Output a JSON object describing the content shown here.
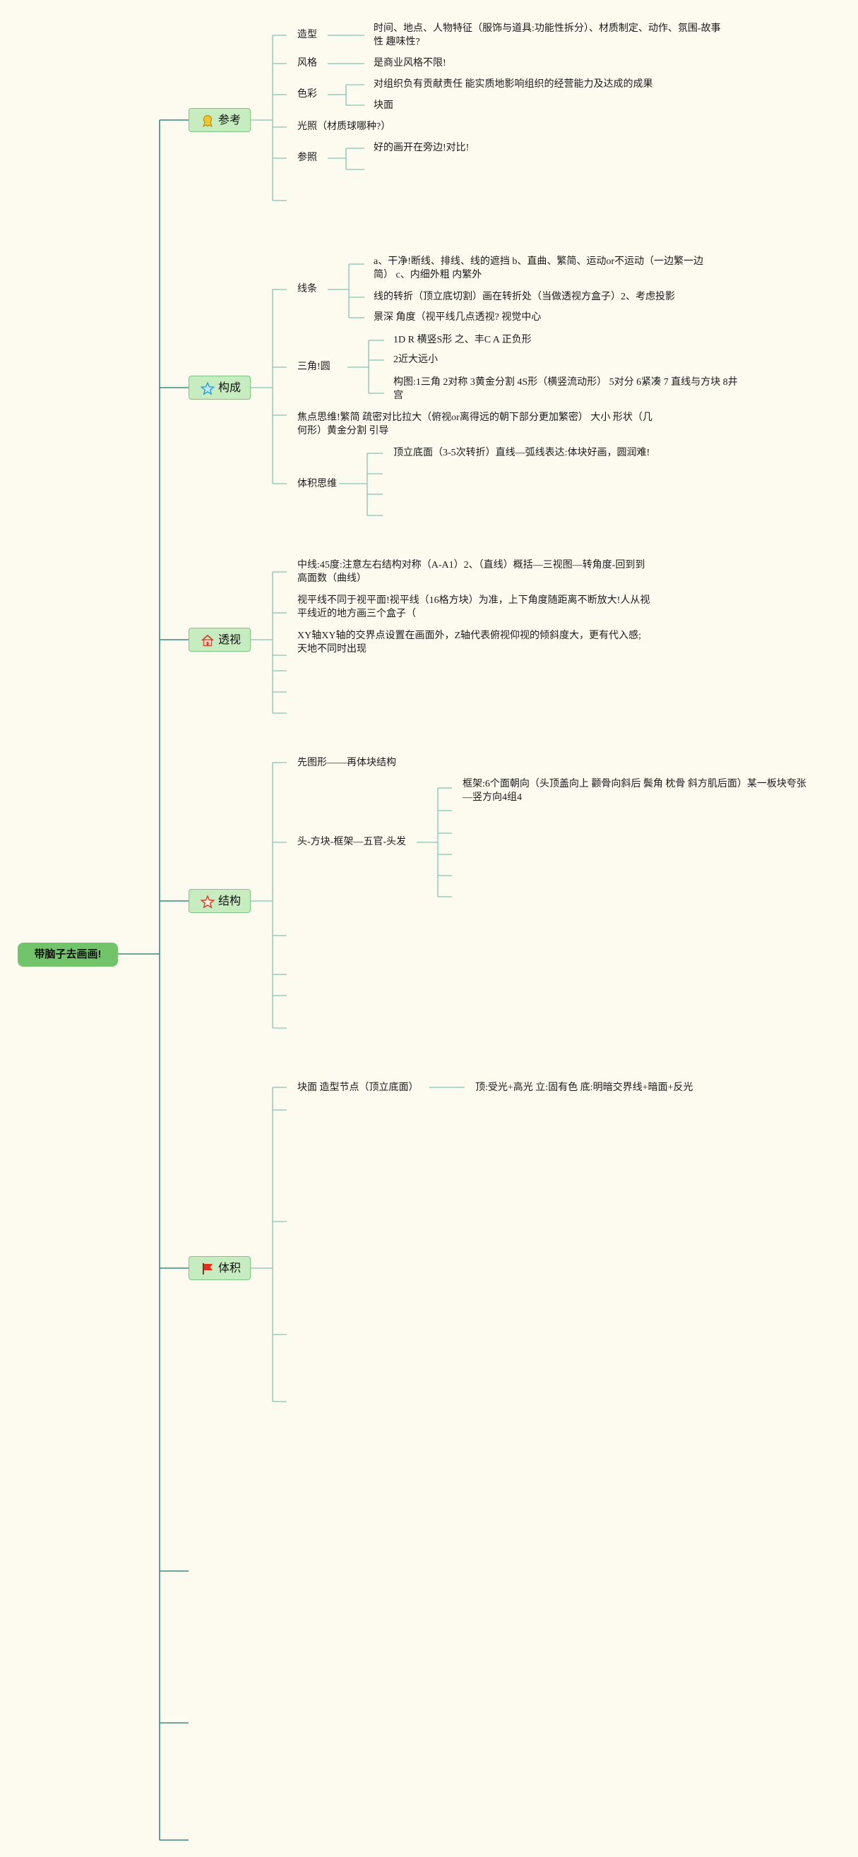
{
  "root": {
    "label": "带脑子去画画!"
  },
  "categories": {
    "reference": {
      "label": "参考",
      "icon": "award-icon",
      "items": {
        "modeling": {
          "label": "造型",
          "detail": "时间、地点、人物特征（服饰与道具:功能性拆分）、材质制定、动作、氛围-故事性 趣味性?"
        },
        "style": {
          "label": "风格",
          "detail": "是商业风格不限!"
        },
        "color": {
          "label": "色彩",
          "detail1": "对组织负有贡献责任 能实质地影响组织的经营能力及达成的成果",
          "detail2": "块面"
        },
        "light": {
          "label": "光照（材质球哪种?）"
        },
        "ref": {
          "label": "参照",
          "detail": "好的画开在旁边!对比!"
        }
      }
    },
    "composition": {
      "label": "构成",
      "icon": "star-icon",
      "items": {
        "lines": {
          "label": "线条",
          "d1": "a、干净!断线、排线、线的遮挡 b、直曲、繁简、运动or不运动（一边繁一边简） c、内细外粗 内繁外",
          "d2": "线的转折（顶立底切割）画在转折处（当做透视方盒子）2、考虑投影",
          "d3": "景深 角度（视平线几点透视? 视觉中心"
        },
        "shapes": {
          "label": "三角!圆",
          "d1": "1D R 横竖S形 之、丰C A 正负形",
          "d2": "2近大远小",
          "d3": "构图:1三角 2对称 3黄金分割 4S形（横竖流动形） 5对分 6紧凑 7 直线与方块 8井 宫"
        },
        "focus": {
          "label": "焦点思维!繁简 疏密对比拉大（俯视or离得远的朝下部分更加繁密） 大小 形状（几何形）黄金分割 引导"
        },
        "volume": {
          "label": "体积思维",
          "d1": "顶立底面（3-5次转折）直线—弧线表达:体块好画，圆润难!"
        }
      }
    },
    "perspective": {
      "label": "透视",
      "icon": "home-icon",
      "items": {
        "center": {
          "label": "中线:45度:注意左右结构对称（A-A1）2、（直线）概括—三视图—转角度-回到到高面数（曲线）"
        },
        "horizon": {
          "label": "视平线不同于视平面!视平线（16格方块）为准，上下角度随距离不断放大!人从视平线近的地方画三个盒子（"
        },
        "axis": {
          "label": "XY轴XY轴的交界点设置在画面外，Z轴代表俯视仰视的倾斜度大，更有代入感;天地不同时出现"
        }
      }
    },
    "structure": {
      "label": "结构",
      "icon": "star-outline-icon",
      "items": {
        "first": {
          "label": "先图形——再体块结构"
        },
        "head": {
          "label": "头-方块-框架—五官-头发",
          "d1": "框架:6个面朝向（头顶盖向上 颧骨向斜后 鬓角 枕骨 斜方肌后面）某一板块夸张—竖方向4组4"
        }
      }
    },
    "volume": {
      "label": "体积",
      "icon": "flag-icon",
      "items": {
        "block": {
          "label": "块面 造型节点（顶立底面）",
          "detail": "顶:受光+高光 立:固有色 底:明暗交界线+暗面+反光"
        }
      }
    }
  },
  "colors": {
    "line": "#3c8a7e",
    "branch": "#86c3b5",
    "root_fill": "#72c46a",
    "node_fill": "#c7ecc0",
    "background": "#fdfbf0"
  }
}
